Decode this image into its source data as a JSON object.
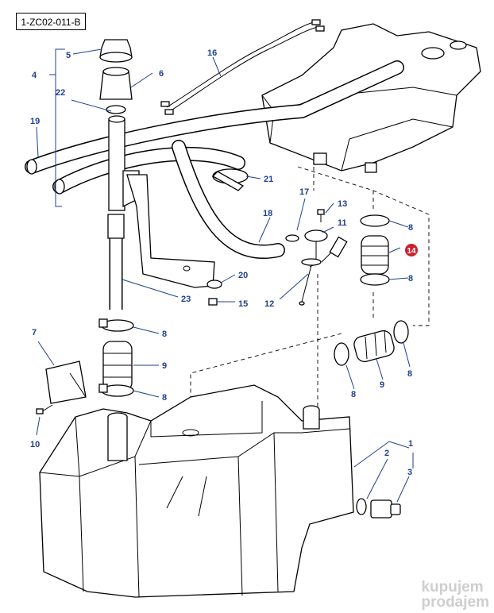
{
  "reference_code": "1-ZC02-011-B",
  "watermark": {
    "line1": "kupujem",
    "line2": "prodajem"
  },
  "colors": {
    "callout": "#1f3f8f",
    "highlight": "#cc1f2d",
    "line": "#000000"
  },
  "callouts": [
    {
      "id": "c1",
      "label": "1"
    },
    {
      "id": "c2",
      "label": "2"
    },
    {
      "id": "c3",
      "label": "3"
    },
    {
      "id": "c4",
      "label": "4"
    },
    {
      "id": "c5",
      "label": "5"
    },
    {
      "id": "c6",
      "label": "6"
    },
    {
      "id": "c7",
      "label": "7"
    },
    {
      "id": "c8a",
      "label": "8"
    },
    {
      "id": "c8b",
      "label": "8"
    },
    {
      "id": "c8c",
      "label": "8"
    },
    {
      "id": "c8d",
      "label": "8"
    },
    {
      "id": "c8e",
      "label": "8"
    },
    {
      "id": "c8f",
      "label": "8"
    },
    {
      "id": "c8g",
      "label": "8"
    },
    {
      "id": "c9a",
      "label": "9"
    },
    {
      "id": "c9b",
      "label": "9"
    },
    {
      "id": "c10",
      "label": "10"
    },
    {
      "id": "c11",
      "label": "11"
    },
    {
      "id": "c12",
      "label": "12"
    },
    {
      "id": "c13",
      "label": "13"
    },
    {
      "id": "c14",
      "label": "14",
      "highlighted": true
    },
    {
      "id": "c15",
      "label": "15"
    },
    {
      "id": "c16",
      "label": "16"
    },
    {
      "id": "c17",
      "label": "17"
    },
    {
      "id": "c18",
      "label": "18"
    },
    {
      "id": "c19",
      "label": "19"
    },
    {
      "id": "c20",
      "label": "20"
    },
    {
      "id": "c21",
      "label": "21"
    },
    {
      "id": "c22",
      "label": "22"
    },
    {
      "id": "c23",
      "label": "23"
    }
  ]
}
